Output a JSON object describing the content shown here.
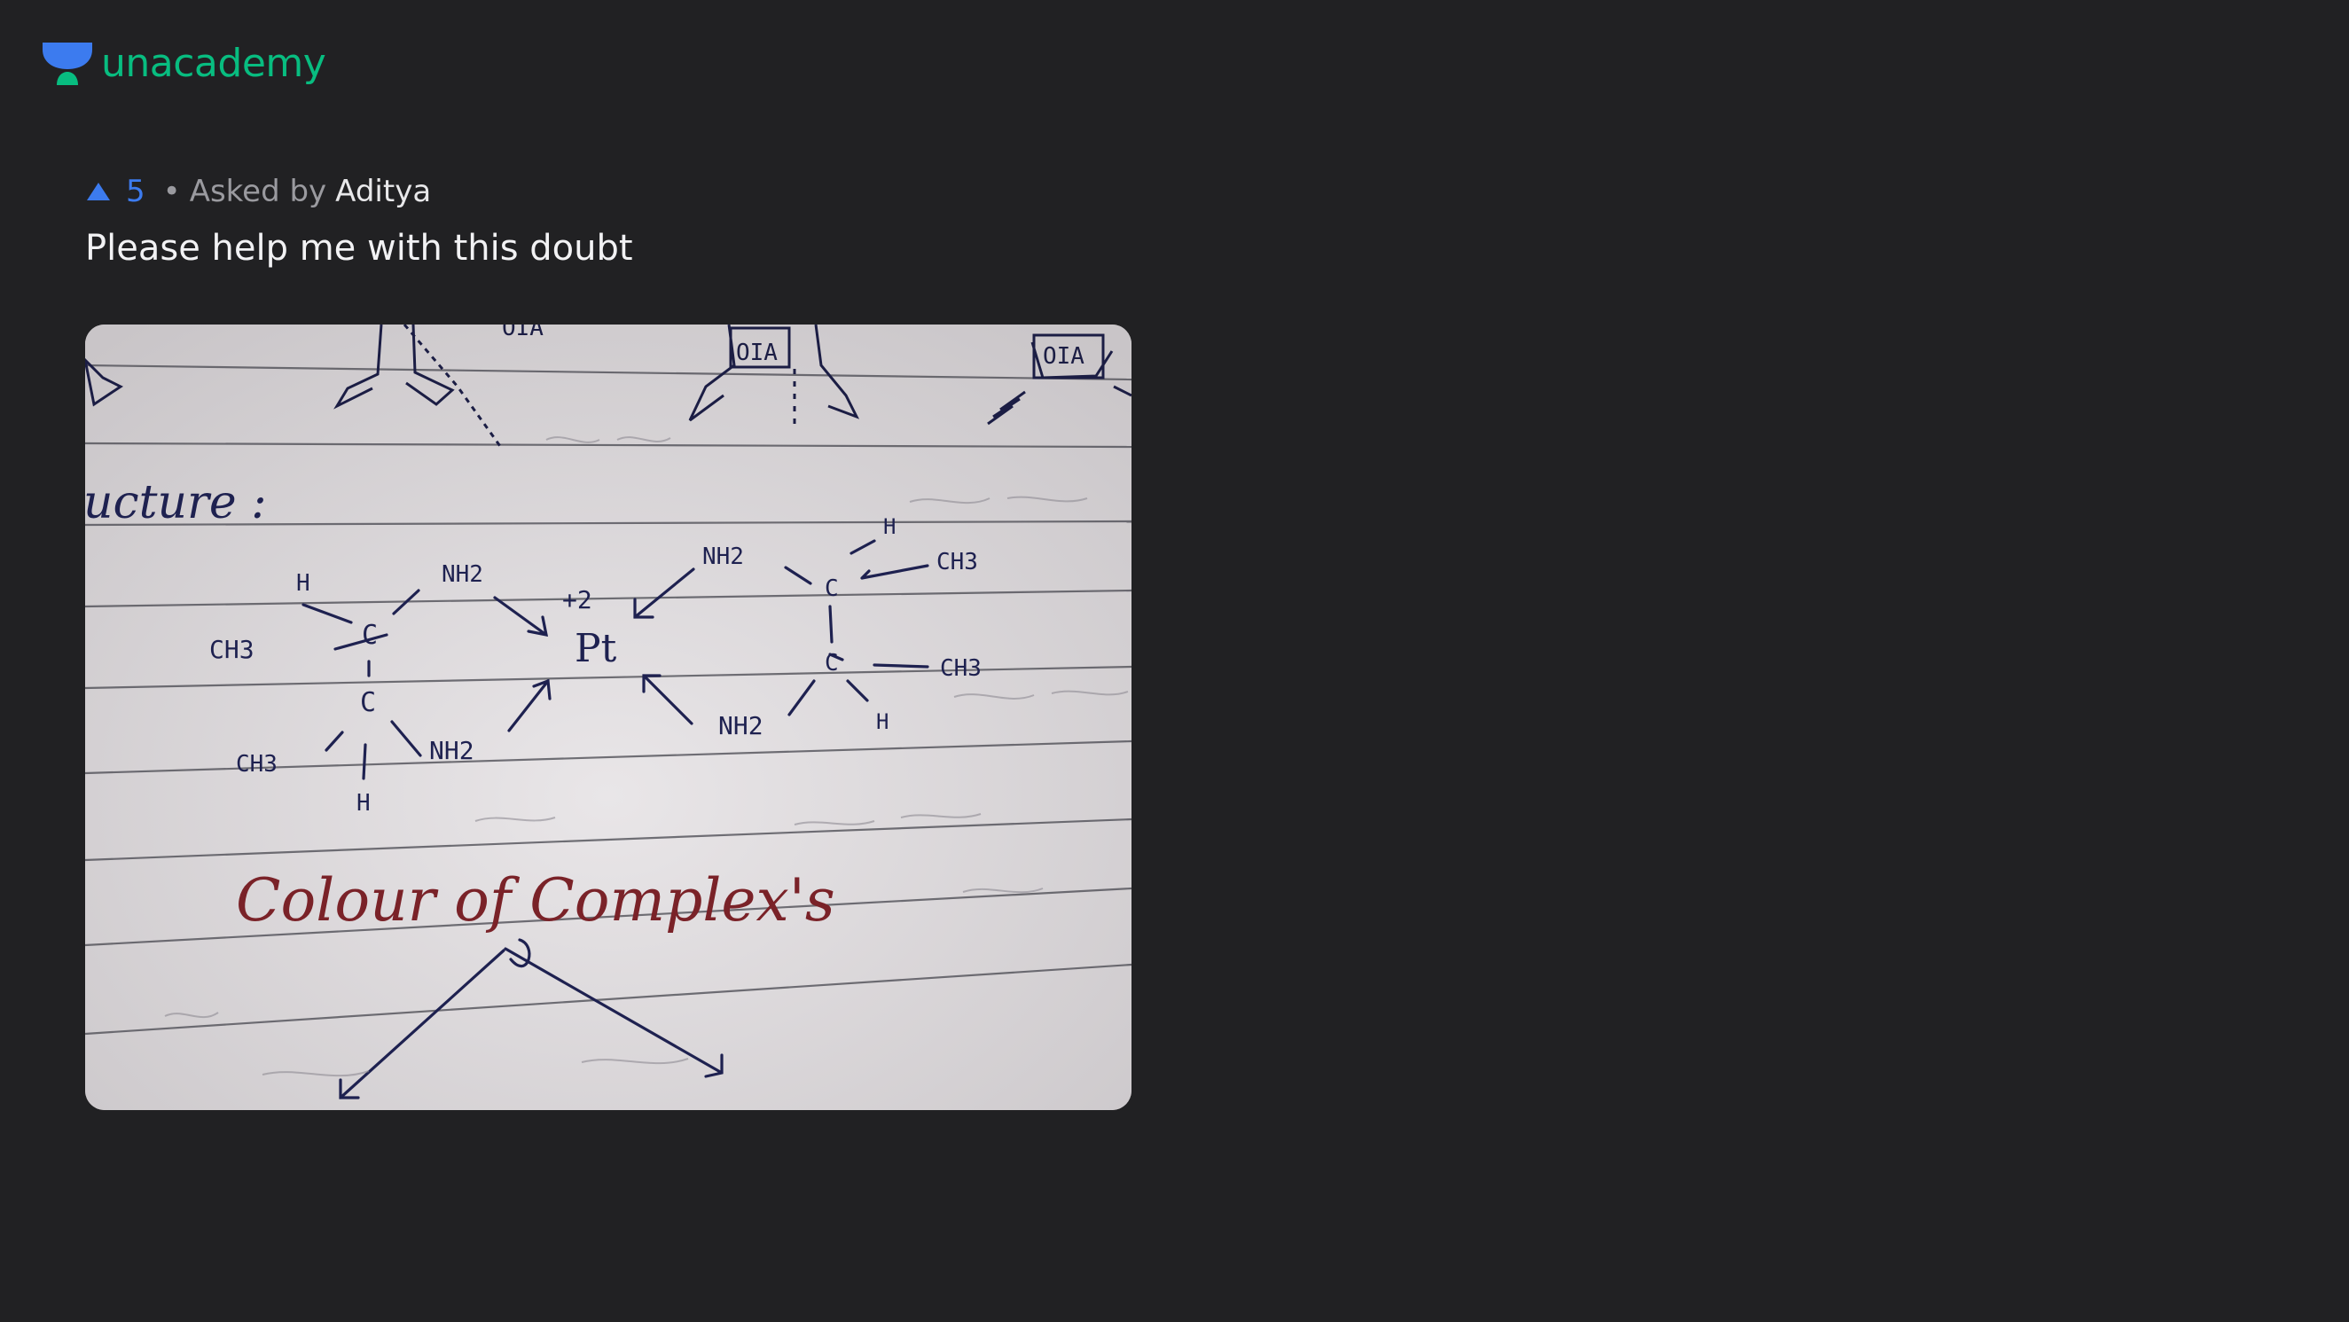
{
  "brand": {
    "name": "unacademy",
    "color": "#08BD80",
    "icon": "unacademy-logo-icon"
  },
  "question": {
    "upvotes": "5",
    "separator": "•",
    "asked_by_label": "Asked by",
    "asker_name": "Aditya",
    "text": "Please help me with this doubt",
    "upvote_icon": "upvote-triangle-icon",
    "upvote_color": "#3c7bef"
  },
  "attachment": {
    "handwriting": {
      "heading": "ucture :",
      "labels": {
        "left_h_top": "H",
        "left_ch3_top": "CH3",
        "left_c_top": "C",
        "left_nh2_top": "NH2",
        "charge": "+2",
        "metal": "Pt",
        "left_c_bottom": "C",
        "left_ch3_bottom": "CH3",
        "left_nh2_bottom": "NH2",
        "left_h_bottom": "H",
        "right_nh2_top": "NH2",
        "right_h_top": "H",
        "right_c_top": "C",
        "right_ch3_top": "CH3",
        "right_c_bottom": "C",
        "right_ch3_bottom": "CH3",
        "right_nh2_bottom": "NH2",
        "right_h_bottom": "H",
        "box_label_1": "OIA",
        "box_label_2": "OIA",
        "box_label_3": "OIA",
        "colour_heading": "Colour of Complex's"
      }
    }
  }
}
